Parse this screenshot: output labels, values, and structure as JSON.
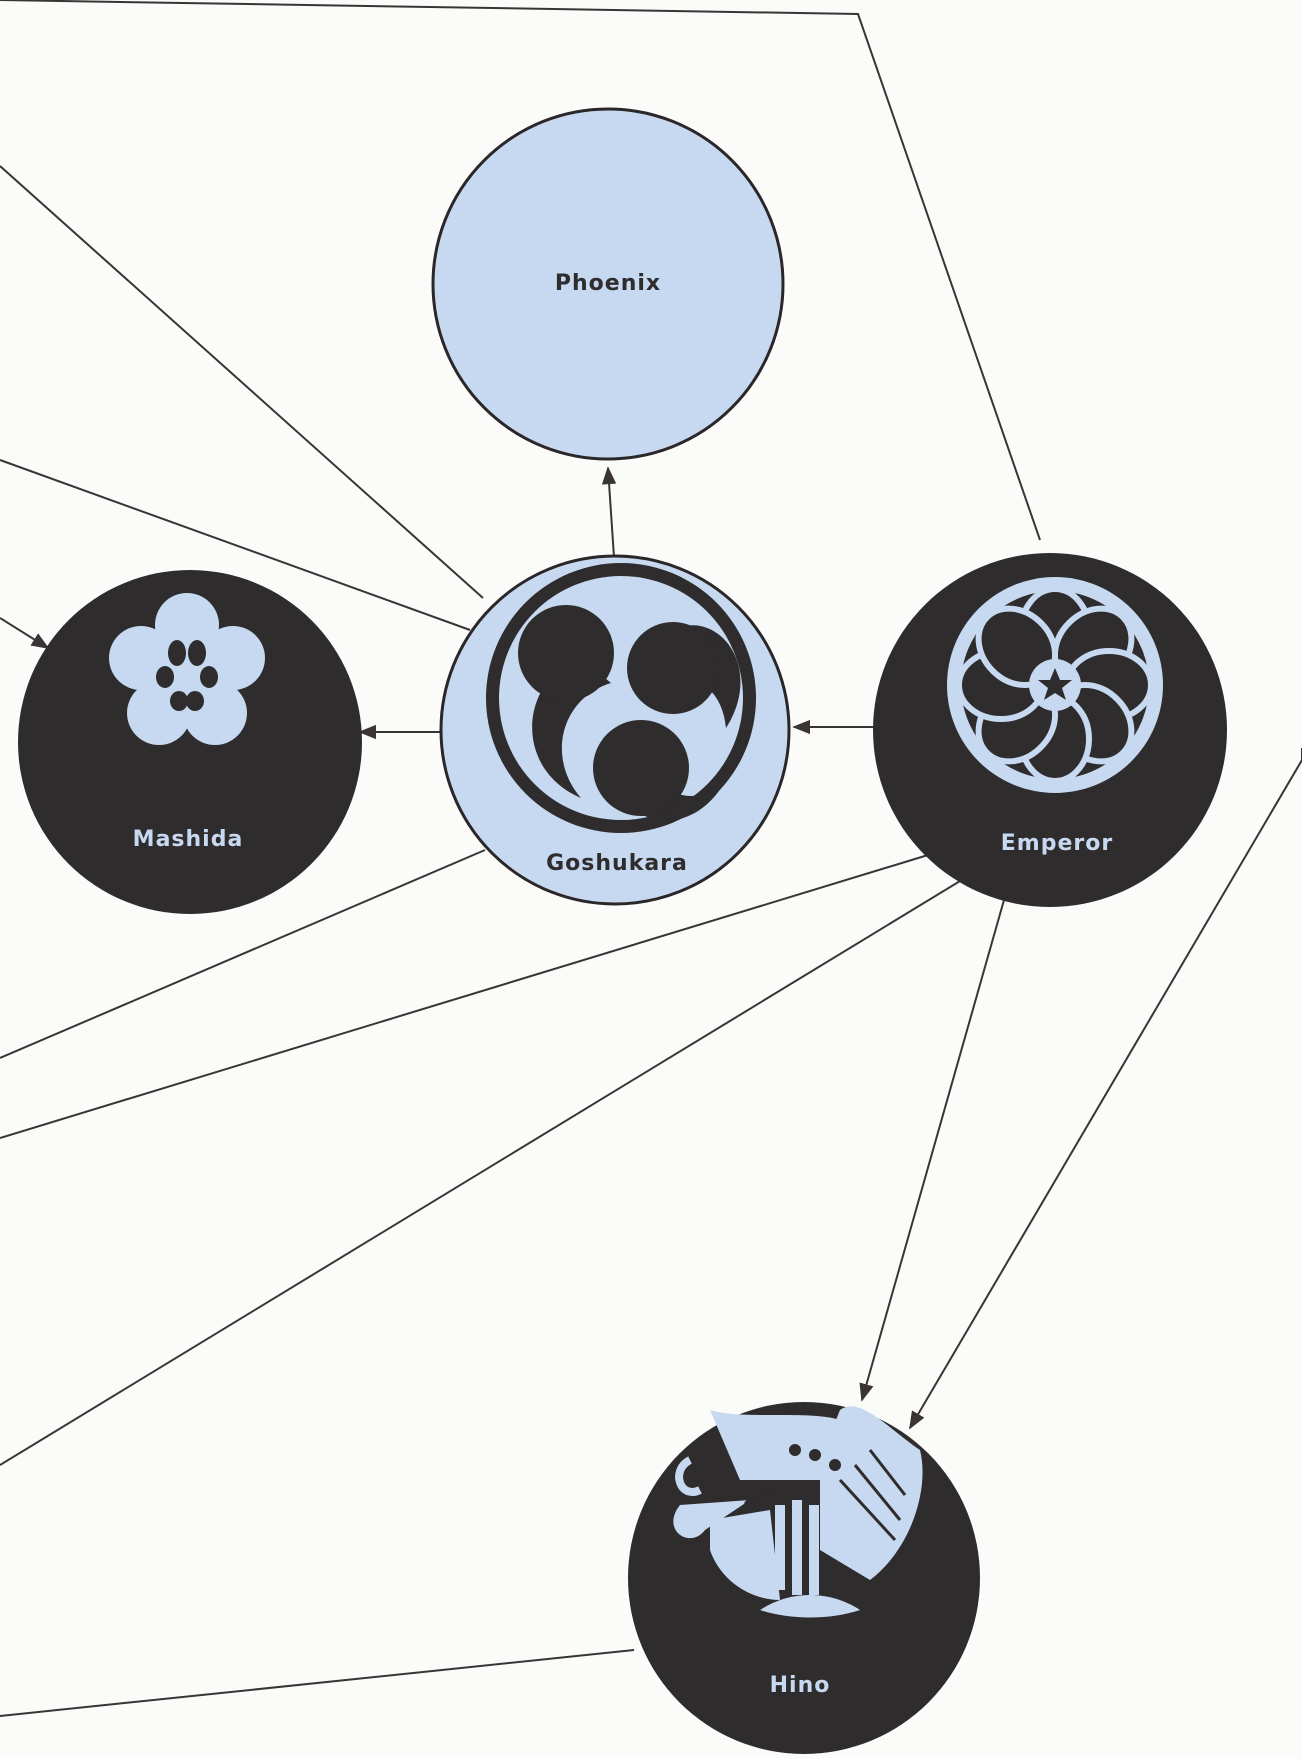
{
  "diagram": {
    "colors": {
      "background": "#fbfbfa",
      "light_fill": "#c6d9f0",
      "dark_fill": "#2f2c2d",
      "line": "#3a3435",
      "outline": "#2b2728",
      "dark_label": "#c6d9f0",
      "light_label": "#2f2c2d"
    },
    "nodes": {
      "phoenix": {
        "label": "Phoenix",
        "style": "light"
      },
      "goshukara": {
        "label": "Goshukara",
        "style": "light",
        "icon": "mitsu-tomoe-icon"
      },
      "mashida": {
        "label": "Mashida",
        "style": "dark",
        "icon": "plum-blossom-icon"
      },
      "emperor": {
        "label": "Emperor",
        "style": "dark",
        "icon": "chrysanthemum-icon"
      },
      "hino": {
        "label": "Hino",
        "style": "dark",
        "icon": "butterfly-icon"
      }
    },
    "edges": [
      {
        "from": "goshukara",
        "to": "phoenix"
      },
      {
        "from": "goshukara",
        "to": "mashida"
      },
      {
        "from": "emperor",
        "to": "goshukara"
      },
      {
        "from": "emperor",
        "to": "hino"
      },
      {
        "from": "offscreen-right",
        "to": "hino"
      },
      {
        "from": "offscreen-top",
        "to": "emperor"
      },
      {
        "from": "offscreen-left",
        "to": "goshukara"
      },
      {
        "from": "offscreen-left",
        "to": "mashida"
      },
      {
        "from": "goshukara",
        "to": "offscreen-left"
      },
      {
        "from": "emperor",
        "to": "offscreen-left"
      },
      {
        "from": "hino",
        "to": "offscreen-left"
      }
    ]
  }
}
